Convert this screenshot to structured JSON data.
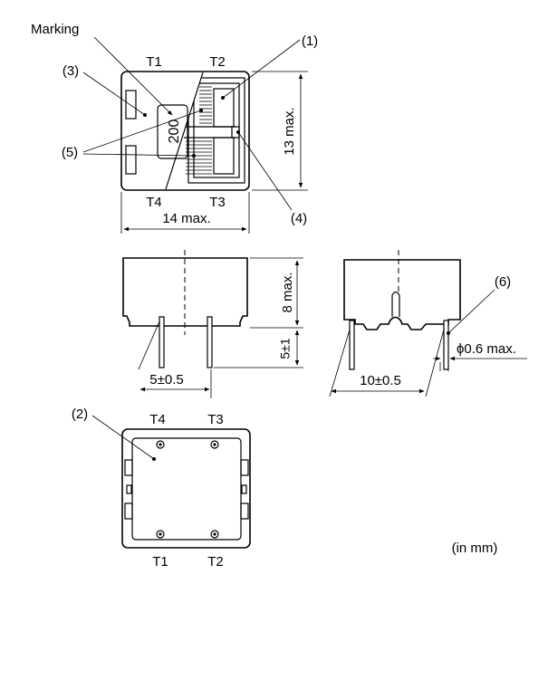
{
  "labels": {
    "marking": "Marking",
    "part_1": "(1)",
    "part_2": "(2)",
    "part_3": "(3)",
    "part_4": "(4)",
    "part_5": "(5)",
    "part_6": "(6)",
    "marking_code": "200"
  },
  "terminals": {
    "t1": "T1",
    "t2": "T2",
    "t3": "T3",
    "t4": "T4"
  },
  "dimensions": {
    "width": "14 max.",
    "height": "13 max.",
    "body_height": "8 max.",
    "pin_length": "5±1",
    "pin_pitch_front": "5±0.5",
    "pin_pitch_side": "10±0.5",
    "pin_diameter": "ϕ0.6 max."
  },
  "units_note": "(in mm)"
}
